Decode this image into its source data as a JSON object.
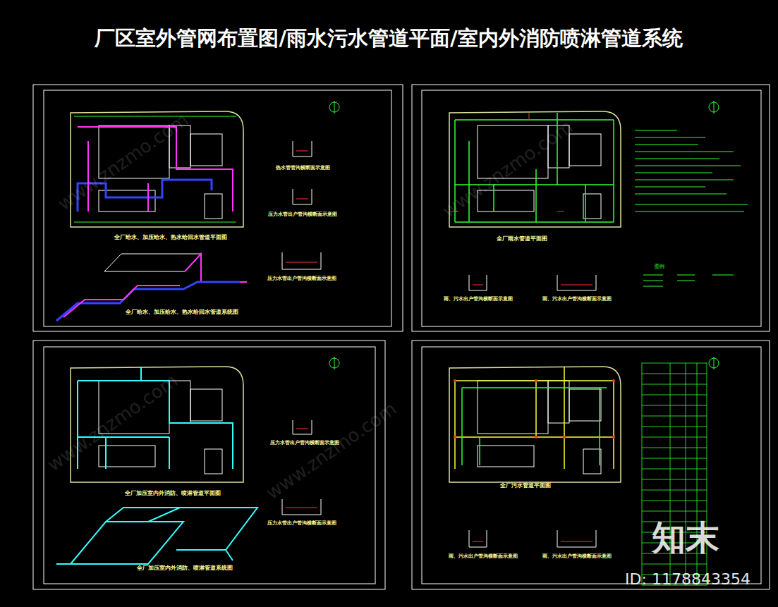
{
  "diagram": {
    "title": "厂区室外管网布置图/雨水污水管道平面/室内外消防喷淋管道系统",
    "labels": [
      "全厂给水、加压给水、热水给回水管道平面图",
      "热水管管沟横断面示意图",
      "压力水管出户管沟横断面示意图",
      "压力水管出户管沟横断面示意图",
      "全厂给水、加压给水、热水给回水管道系统图",
      "全厂雨水管道平面图",
      "雨、污水出户管沟横断面示意图",
      "雨、污水出户管沟横断面示意图",
      "图例",
      "压力水管出户管沟横断面示意图",
      "全厂加压室内外消防、喷淋管道平面图",
      "压力水管出户管沟横断面示意图",
      "全厂加压室内外消防、喷淋管道系统图",
      "全厂污水管道平面图",
      "雨、污水出户管沟横断面示意图",
      "雨、污水出户管沟横断面示意图",
      "知末",
      "ID: 1178843354",
      "www.znzmo.com",
      "www.znzmo.com",
      "www.znzmo.com",
      "www.znzmo.com"
    ]
  }
}
